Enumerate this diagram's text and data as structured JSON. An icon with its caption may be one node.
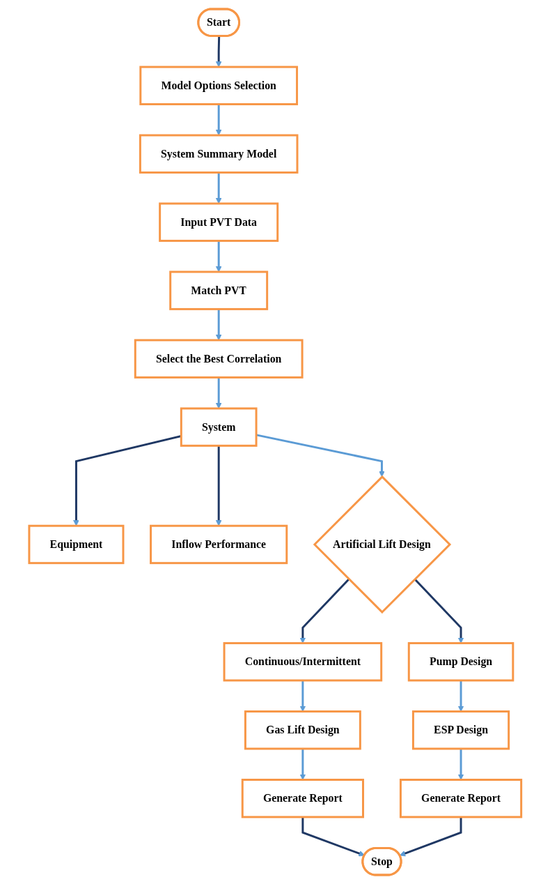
{
  "diagram": {
    "nodes": [
      {
        "text": [
          "Start"
        ]
      },
      {
        "text": [
          "Model Options Selection"
        ]
      },
      {
        "text": [
          "System Summary Model"
        ]
      },
      {
        "text": [
          "Input PVT Data"
        ]
      },
      {
        "text": [
          "Match PVT"
        ]
      },
      {
        "text": [
          "Select the Best Correlation"
        ]
      },
      {
        "text": [
          "System"
        ]
      },
      {
        "text": [
          "Equipment"
        ]
      },
      {
        "text": [
          "Inflow Performance"
        ]
      },
      {
        "text": [
          "Artificial Lift Design"
        ]
      },
      {
        "text": [
          "Continuous/Intermittent"
        ]
      },
      {
        "text": [
          "Gas Lift Design"
        ]
      },
      {
        "text": [
          "Generate Report"
        ]
      },
      {
        "text": [
          "Pump Design"
        ]
      },
      {
        "text": [
          "ESP Design"
        ]
      },
      {
        "text": [
          "Generate Report"
        ]
      },
      {
        "text": [
          "Stop"
        ]
      }
    ],
    "edges": [
      {
        "from": 0,
        "to": 1,
        "arrow": "to",
        "color": "#1f3864"
      },
      {
        "from": 1,
        "to": 2,
        "arrow": "to"
      },
      {
        "from": 2,
        "to": 3,
        "arrow": "to"
      },
      {
        "from": 3,
        "to": 4,
        "arrow": "to"
      },
      {
        "from": 4,
        "to": 5,
        "arrow": "to"
      },
      {
        "from": 5,
        "to": 6,
        "arrow": "to"
      },
      {
        "from": 6,
        "to": 7,
        "arrow": "to",
        "color": "#1f3864"
      },
      {
        "from": 6,
        "to": 9,
        "arrow": "to"
      },
      {
        "from": 6,
        "to": 8,
        "arrow": "to",
        "color": "#1f3864"
      },
      {
        "from": 9,
        "to": 10,
        "arrow": "to",
        "color": "#1f3864"
      },
      {
        "from": 9,
        "to": 13,
        "arrow": "to",
        "color": "#1f3864"
      },
      {
        "from": 10,
        "to": 11,
        "arrow": "to"
      },
      {
        "from": 11,
        "to": 12,
        "arrow": "to"
      },
      {
        "from": 13,
        "to": 14,
        "arrow": "to"
      },
      {
        "from": 14,
        "to": 15,
        "arrow": "to"
      },
      {
        "from": 12,
        "to": 16,
        "arrow": "to",
        "color": "#1f3864"
      },
      {
        "from": 15,
        "to": 16,
        "arrow": "to",
        "color": "#1f3864"
      }
    ]
  }
}
